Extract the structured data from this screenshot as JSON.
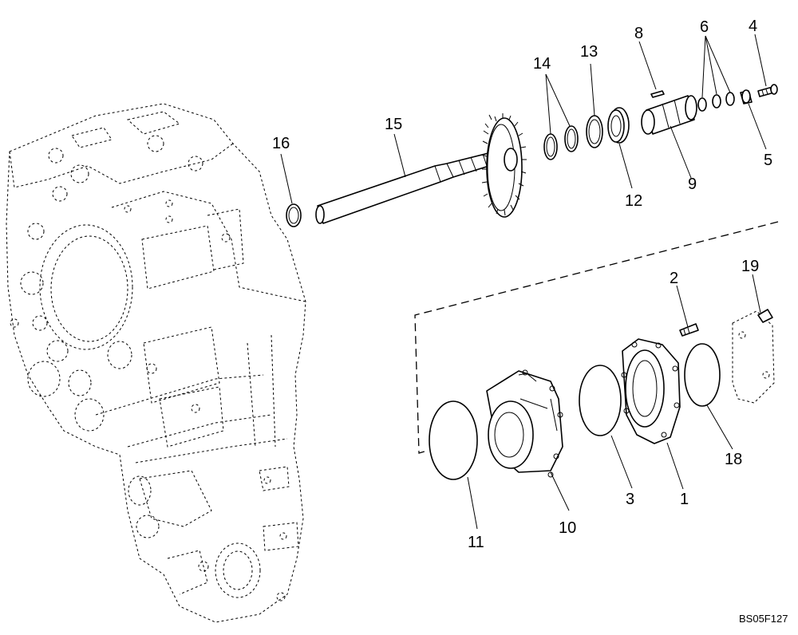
{
  "diagram": {
    "drawing_code": "BS05F127",
    "callouts": [
      "1",
      "2",
      "3",
      "4",
      "5",
      "6",
      "8",
      "9",
      "10",
      "11",
      "12",
      "13",
      "14",
      "15",
      "16",
      "18",
      "19"
    ]
  }
}
